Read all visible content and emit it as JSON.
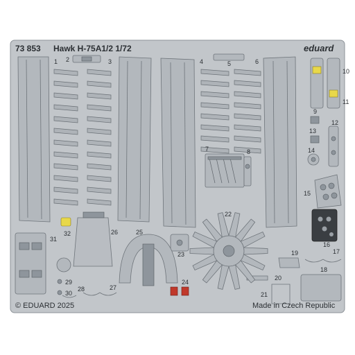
{
  "header": {
    "catalog_number": "73 853",
    "title": "Hawk H-75A1/2 1/72",
    "brand": "eduard"
  },
  "footer": {
    "copyright": "© EDUARD 2025",
    "origin": "Made in Czech Republic"
  },
  "part_numbers": [
    "1",
    "2",
    "3",
    "4",
    "5",
    "6",
    "7",
    "8",
    "9",
    "10",
    "11",
    "12",
    "13",
    "14",
    "15",
    "16",
    "17",
    "18",
    "19",
    "20",
    "21",
    "22",
    "23",
    "24",
    "25",
    "26",
    "27",
    "28",
    "29",
    "30",
    "31",
    "32"
  ],
  "colors": {
    "fret": "#c2c6ca",
    "part": "#b3b8bd",
    "outline": "#6e747a",
    "yellow_part": "#e8d84a",
    "red_part": "#c0392b",
    "text": "#2b2f33"
  }
}
